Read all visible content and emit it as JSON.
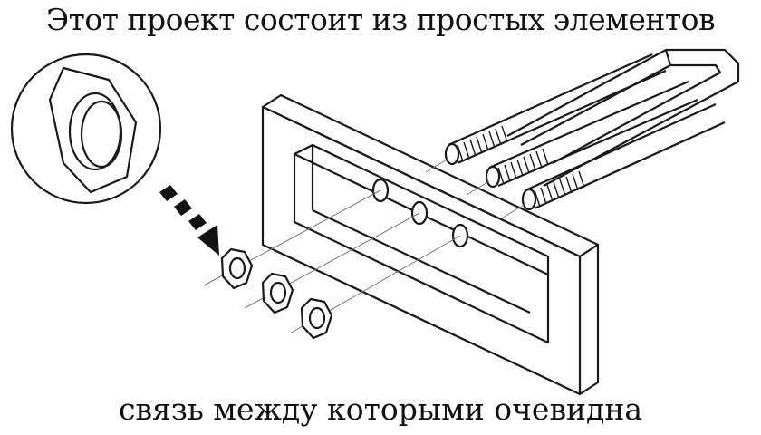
{
  "caption_top": "Этот проект состоит из простых элементов",
  "caption_bottom": "связь между которыми очевидна",
  "illustration": {
    "subject": "frame-bolts-nuts-assembly",
    "icons": [
      "magnifier-circle-icon",
      "hex-nut-icon",
      "dashed-arrow-icon"
    ],
    "line_color": "#1a1a1a"
  }
}
